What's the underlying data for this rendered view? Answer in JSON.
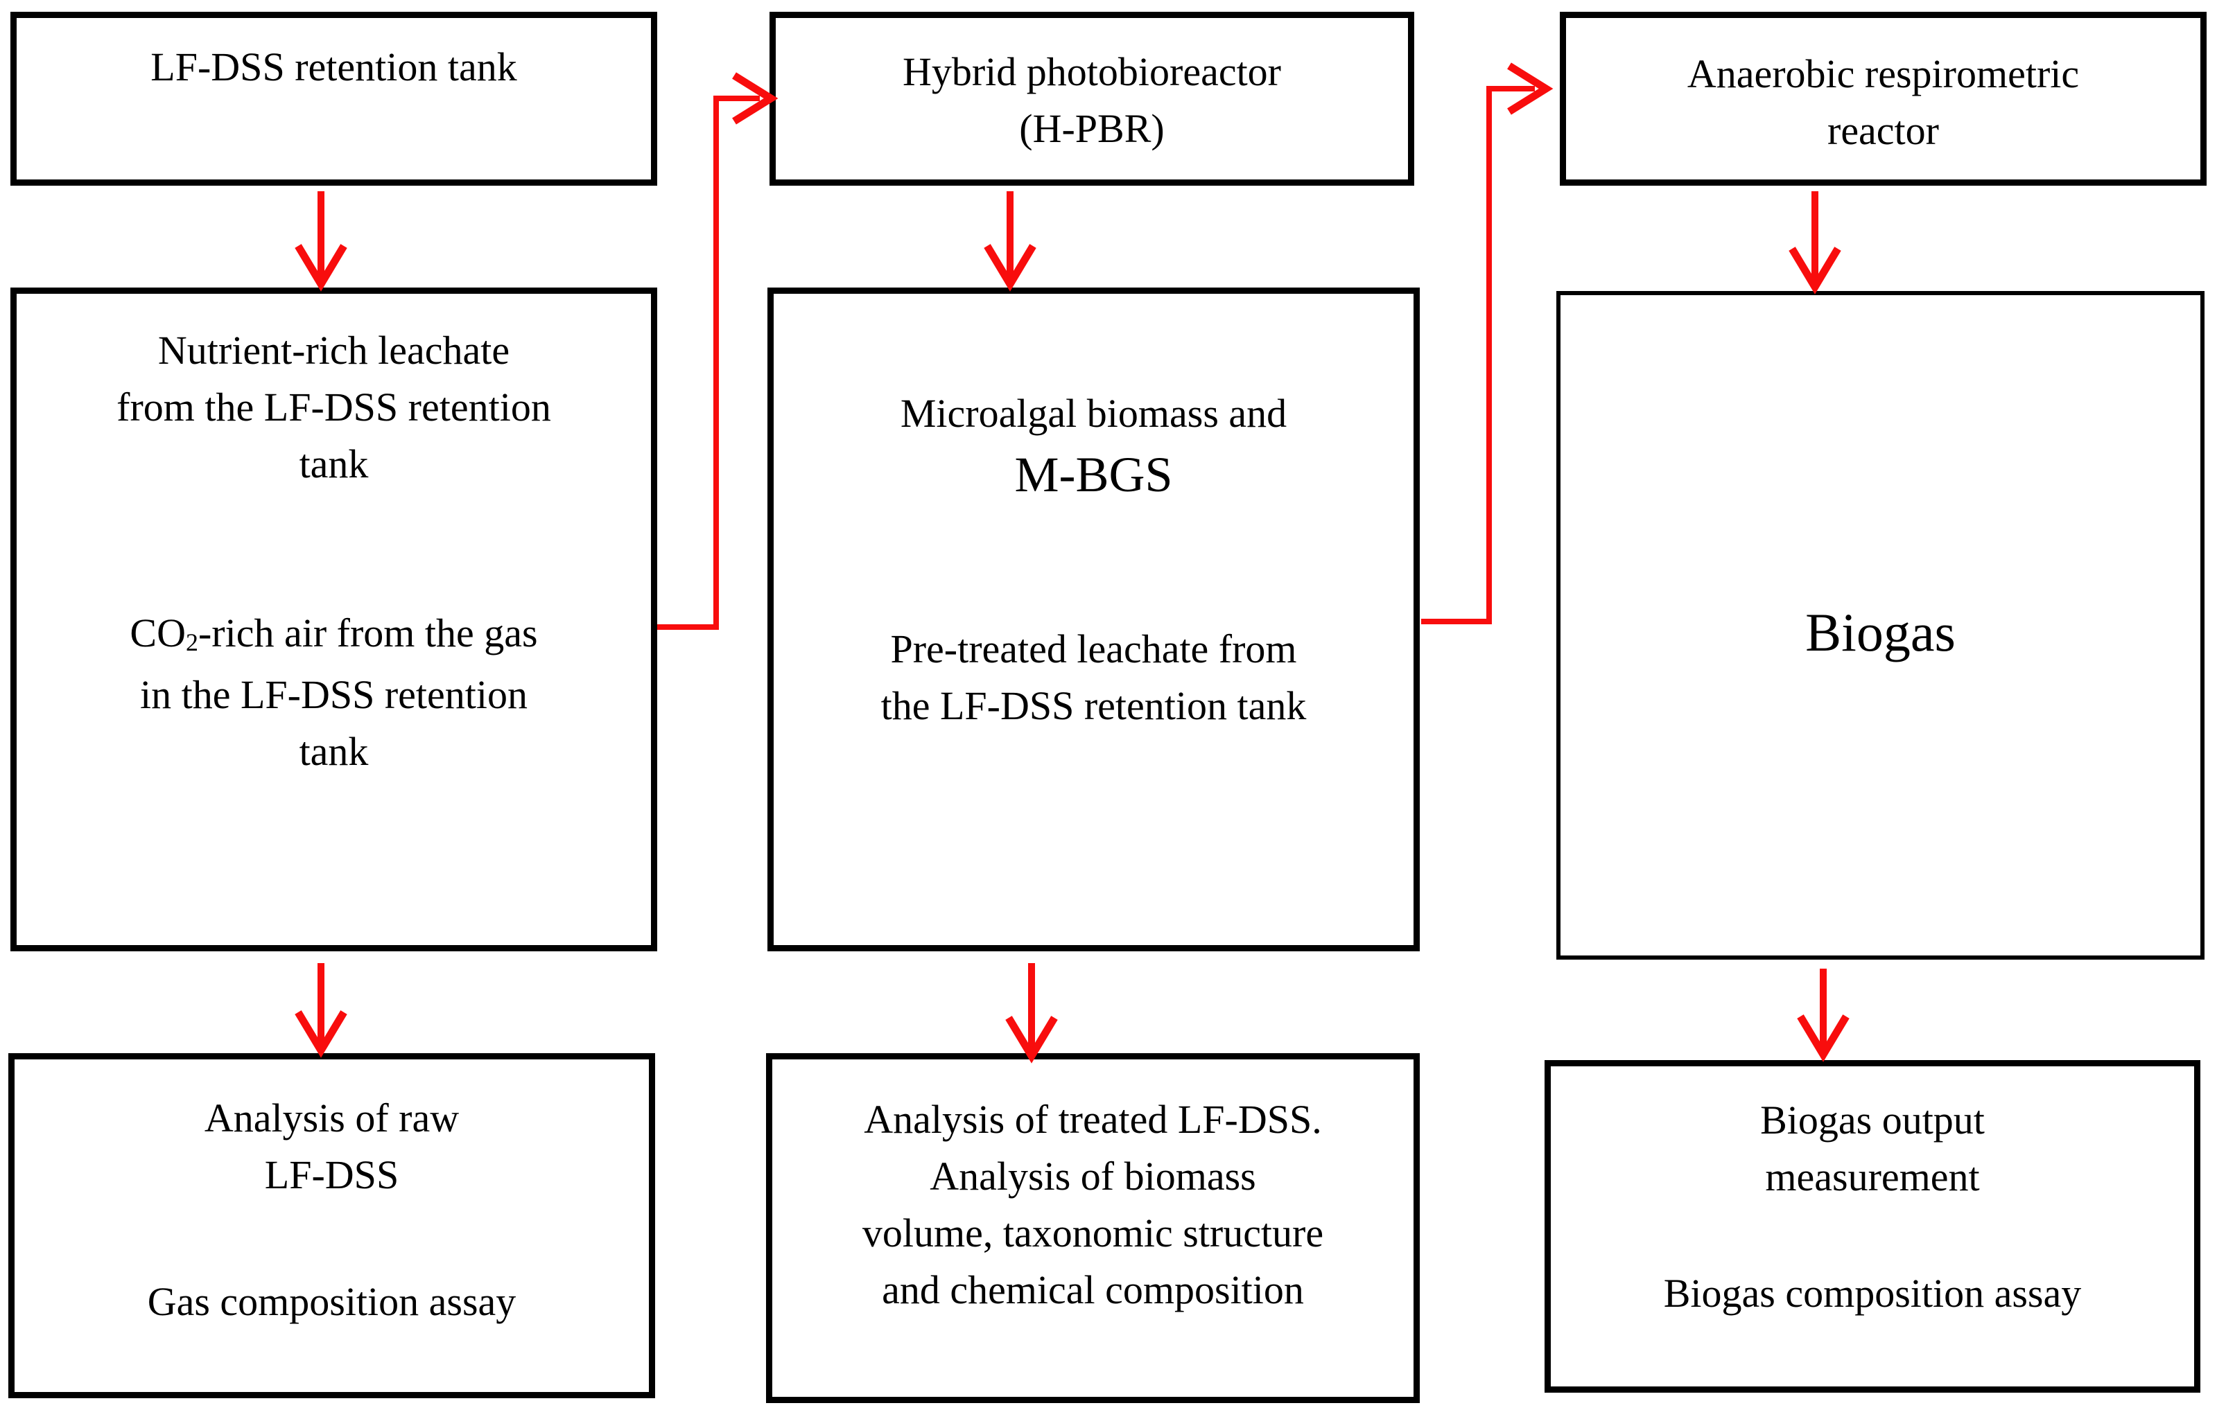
{
  "colors": {
    "background": "#ffffff",
    "box_border": "#000000",
    "arrow_red": "#f80d0d",
    "text": "#000000"
  },
  "diagram": {
    "boxes": {
      "retention_tank": {
        "lines": [
          "LF-DSS retention tank"
        ]
      },
      "photobioreactor": {
        "lines": [
          "Hybrid photobioreactor",
          "(H-PBR)"
        ]
      },
      "anaerobic_reactor": {
        "lines": [
          "Anaerobic respirometric",
          "reactor"
        ]
      },
      "leachate": {
        "para1": [
          "Nutrient-rich leachate",
          "from the LF-DSS retention",
          "tank"
        ],
        "co2_line": {
          "prefix": "CO",
          "sub": "2",
          "rest": "-rich air from the gas"
        },
        "para2": [
          "in the LF-DSS retention",
          "tank"
        ]
      },
      "biomass": {
        "line1": "Microalgal biomass and",
        "line2": "M-BGS",
        "para2": [
          "Pre-treated leachate from",
          "the LF-DSS retention tank"
        ]
      },
      "biogas": {
        "lines": [
          "Biogas"
        ]
      },
      "analysis_raw": {
        "para1": [
          "Analysis of raw",
          "LF-DSS"
        ],
        "para2": [
          "Gas composition assay"
        ]
      },
      "analysis_treated": {
        "lines": [
          "Analysis of treated LF-DSS.",
          "Analysis of biomass",
          "volume, taxonomic structure",
          "and chemical composition"
        ]
      },
      "biogas_output": {
        "para1": [
          "Biogas output",
          "measurement"
        ],
        "para2": [
          "Biogas composition assay"
        ]
      }
    },
    "edges": [
      {
        "from": "retention_tank",
        "to": "leachate",
        "type": "down-arrow"
      },
      {
        "from": "leachate",
        "to": "photobioreactor",
        "type": "elbow-arrow"
      },
      {
        "from": "photobioreactor",
        "to": "biomass",
        "type": "down-arrow"
      },
      {
        "from": "biomass",
        "to": "anaerobic_reactor",
        "type": "elbow-arrow"
      },
      {
        "from": "anaerobic_reactor",
        "to": "biogas",
        "type": "down-arrow"
      },
      {
        "from": "leachate",
        "to": "analysis_raw",
        "type": "down-arrow"
      },
      {
        "from": "biomass",
        "to": "analysis_treated",
        "type": "down-arrow"
      },
      {
        "from": "biogas",
        "to": "biogas_output",
        "type": "down-arrow"
      }
    ]
  }
}
